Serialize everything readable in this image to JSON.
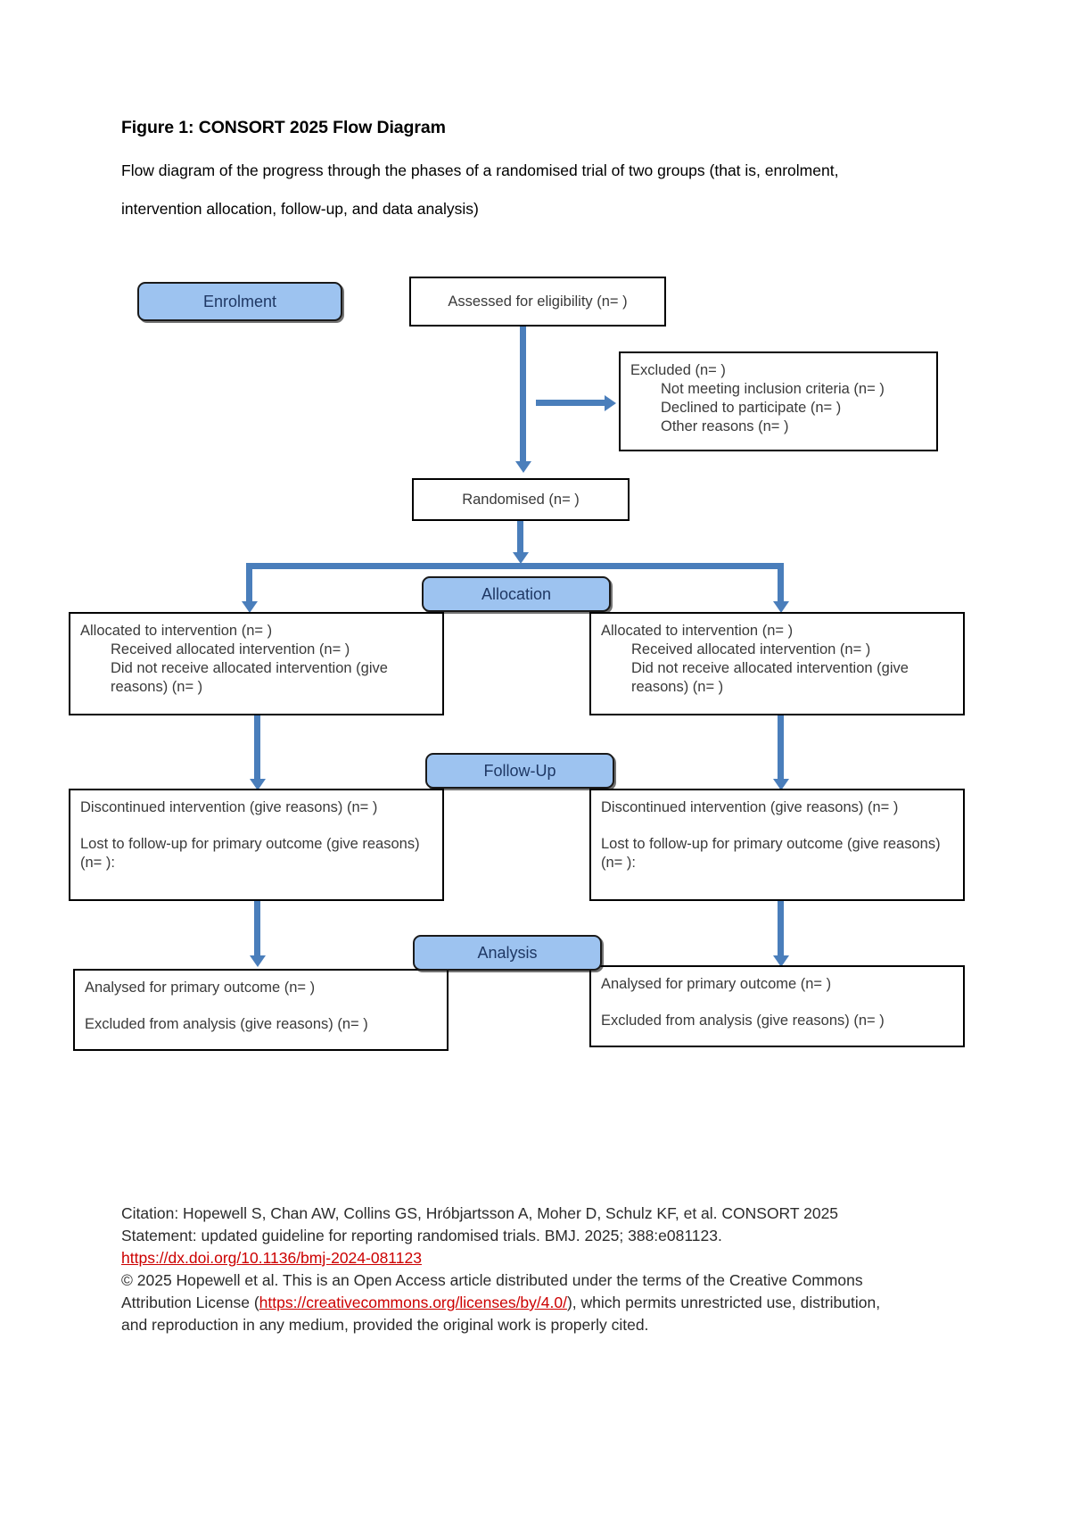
{
  "figure": {
    "title": "Figure 1: CONSORT 2025 Flow Diagram",
    "description": "Flow diagram of the progress through the phases of a randomised trial of two groups (that is, enrolment, intervention allocation, follow-up, and data analysis)"
  },
  "phases": {
    "enrolment": "Enrolment",
    "allocation": "Allocation",
    "followup": "Follow-Up",
    "analysis": "Analysis"
  },
  "enrolment": {
    "assessed": "Assessed for eligibility (n= )",
    "excluded_title": "Excluded (n= )",
    "excluded_reasons": [
      "Not meeting inclusion criteria (n= )",
      "Declined to participate (n= )",
      "Other reasons (n= )"
    ],
    "randomised": "Randomised (n= )"
  },
  "allocation": {
    "left": {
      "line1": "Allocated to intervention (n= )",
      "line2": "Received allocated intervention (n= )",
      "line3": "Did not receive allocated intervention (give reasons) (n= )"
    },
    "right": {
      "line1": "Allocated to intervention (n= )",
      "line2": "Received allocated intervention (n= )",
      "line3": "Did not receive allocated intervention (give reasons) (n= )"
    }
  },
  "followup": {
    "left": {
      "line1": "Discontinued intervention (give reasons) (n= )",
      "line2": "Lost to follow-up for primary outcome (give reasons) (n= ):"
    },
    "right": {
      "line1": "Discontinued intervention (give reasons) (n= )",
      "line2": "Lost to follow-up for primary outcome (give reasons) (n= ):"
    }
  },
  "analysis": {
    "left": {
      "line1": "Analysed for primary outcome (n= )",
      "line2": "Excluded from analysis (give reasons) (n= )"
    },
    "right": {
      "line1": "Analysed for primary outcome (n= )",
      "line2": "Excluded from analysis (give reasons) (n= )"
    }
  },
  "citation": {
    "part1": "Citation: Hopewell S, Chan AW, Collins GS, Hróbjartsson A, Moher D, Schulz KF, et al. CONSORT 2025 Statement: updated guideline for reporting randomised trials. BMJ. 2025; 388:e081123. ",
    "doi_link": "https://dx.doi.org/10.1136/bmj-2024-081123",
    "part2": "© 2025 Hopewell et al. This is an Open Access article distributed under the terms of the Creative Commons Attribution License (",
    "license_link": "https://creativecommons.org/licenses/by/4.0/",
    "part3": "), which permits unrestricted use, distribution, and reproduction in any medium, provided the original work is properly cited."
  },
  "colors": {
    "phase_fill": "#9dc3f0",
    "phase_text": "#1f3864",
    "arrow": "#4a7ebb",
    "box_border": "#000000",
    "link": "#cc0000"
  }
}
